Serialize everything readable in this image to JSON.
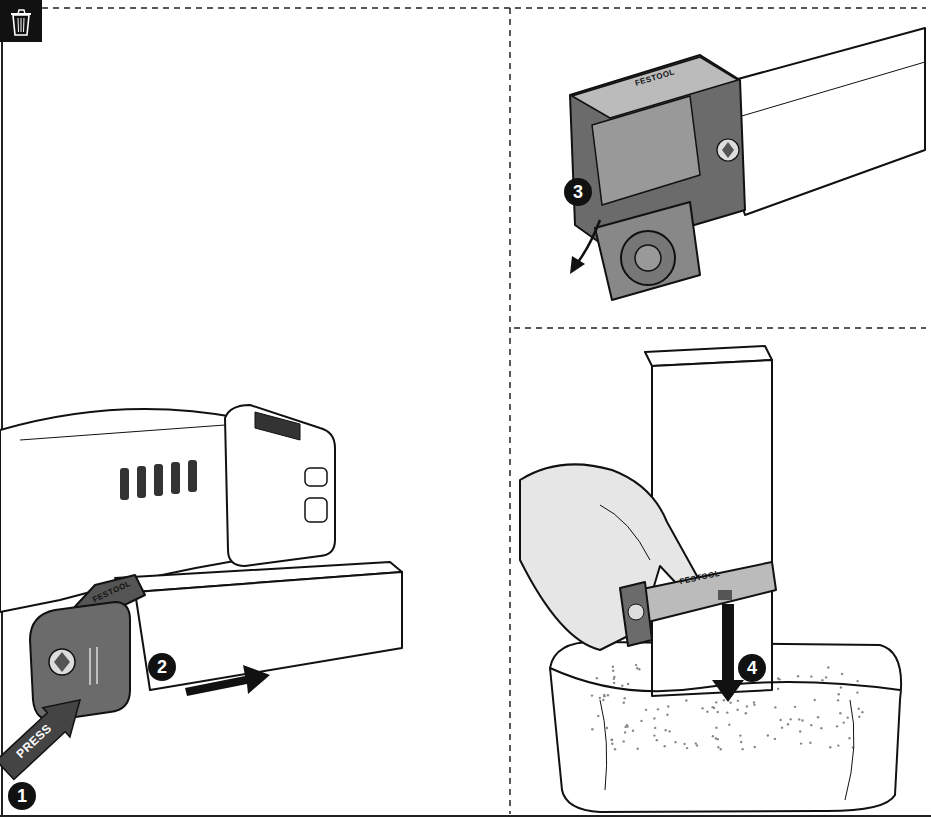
{
  "diagram": {
    "labels": [
      "FESTOOL",
      "3",
      "FESTOOL",
      "2",
      "FESTOOL",
      "4",
      "PRESS",
      "1"
    ]
  }
}
